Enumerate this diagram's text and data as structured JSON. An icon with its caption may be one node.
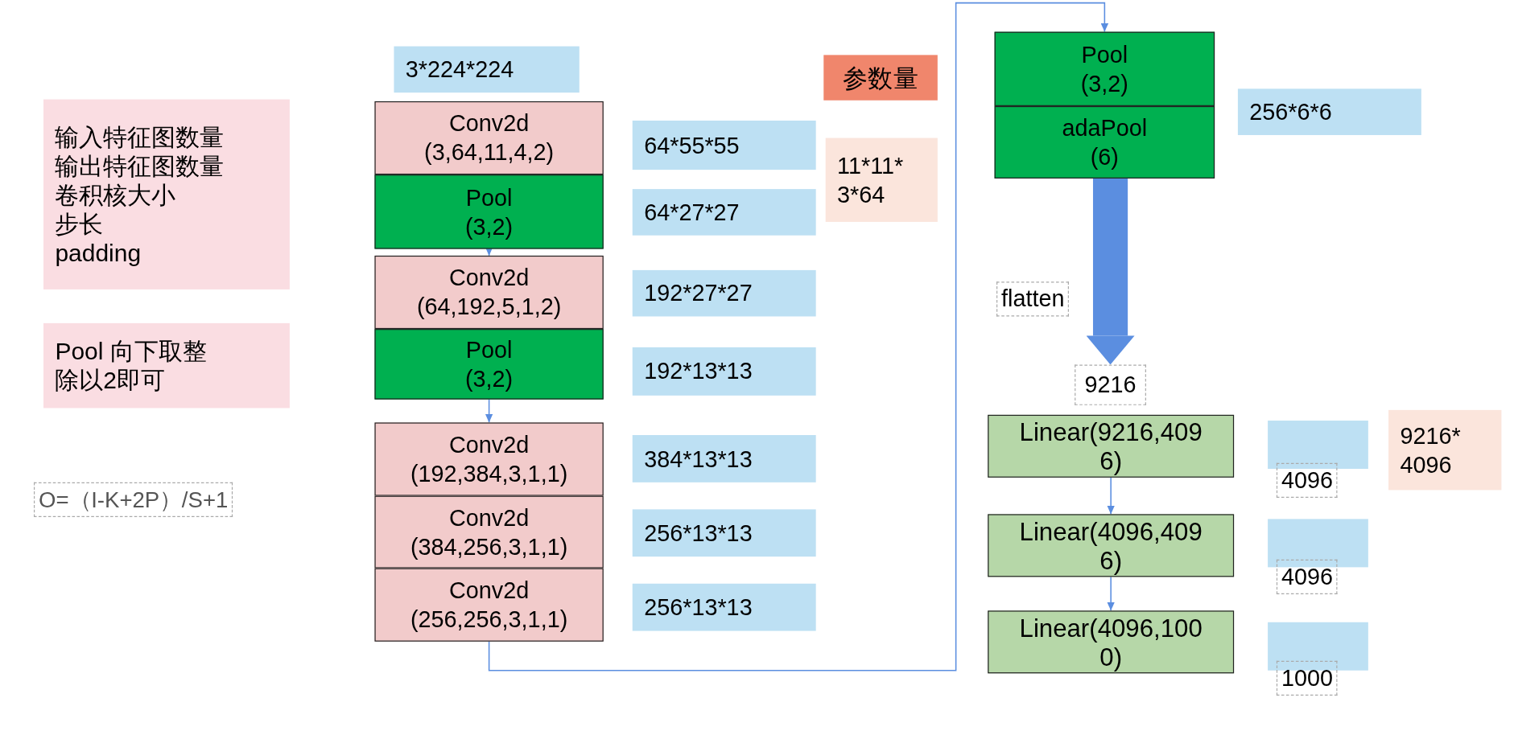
{
  "diagram": {
    "nodes": [
      {
        "text": [
          "输入特征图数量",
          "输出特征图数量",
          "卷积核大小",
          "步长",
          "padding"
        ]
      },
      {
        "text": [
          "Pool 向下取整",
          "除以2即可"
        ]
      },
      {
        "text": [
          "3*224*224"
        ]
      },
      {
        "text": [
          "Conv2d",
          "(3,64,11,4,2)"
        ]
      },
      {
        "text": [
          "Pool",
          "(3,2)"
        ]
      },
      {
        "text": [
          "Conv2d",
          "(64,192,5,1,2)"
        ]
      },
      {
        "text": [
          "Pool",
          "(3,2)"
        ]
      },
      {
        "text": [
          "Conv2d",
          "(192,384,3,1,1)"
        ]
      },
      {
        "text": [
          "Conv2d",
          "(384,256,3,1,1)"
        ]
      },
      {
        "text": [
          "Conv2d",
          "(256,256,3,1,1)"
        ]
      },
      {
        "text": [
          "64*55*55"
        ]
      },
      {
        "text": [
          "64*27*27"
        ]
      },
      {
        "text": [
          "192*27*27"
        ]
      },
      {
        "text": [
          "192*13*13"
        ]
      },
      {
        "text": [
          "384*13*13"
        ]
      },
      {
        "text": [
          "256*13*13"
        ]
      },
      {
        "text": [
          "256*13*13"
        ]
      },
      {
        "text": [
          "参数量"
        ]
      },
      {
        "text": [
          "11*11*3*64"
        ]
      },
      {
        "text": [
          "Pool",
          "(3,2)"
        ]
      },
      {
        "text": [
          "adaPool",
          "(6)"
        ]
      },
      {
        "text": [
          "256*6*6"
        ]
      },
      {
        "text": [
          "9216"
        ]
      },
      {
        "text": [
          "Linear(9216,4096)"
        ]
      },
      {
        "text": [
          "Linear(4096,4096)"
        ]
      },
      {
        "text": [
          "Linear(4096,1000)"
        ]
      },
      {
        "text": [],
        "shape": "box"
      },
      {
        "text": [],
        "shape": "box"
      },
      {
        "text": [],
        "shape": "box"
      },
      {
        "text": [
          "9216*4096"
        ]
      }
    ],
    "edges": [
      {
        "from": 4,
        "to": 5,
        "arrow": "to"
      },
      {
        "from": 6,
        "to": 7,
        "arrow": "to"
      },
      {
        "from": 9,
        "to": 19,
        "arrow": "to"
      },
      {
        "from": 20,
        "to": 22,
        "arrow": "to",
        "style": "thick",
        "label": "flatten"
      },
      {
        "from": 23,
        "to": 24,
        "arrow": "to"
      },
      {
        "from": 24,
        "to": 25,
        "arrow": "to"
      }
    ],
    "labels": [
      "O=（I-K+2P）/S+1",
      "4096",
      "4096",
      "1000"
    ]
  }
}
